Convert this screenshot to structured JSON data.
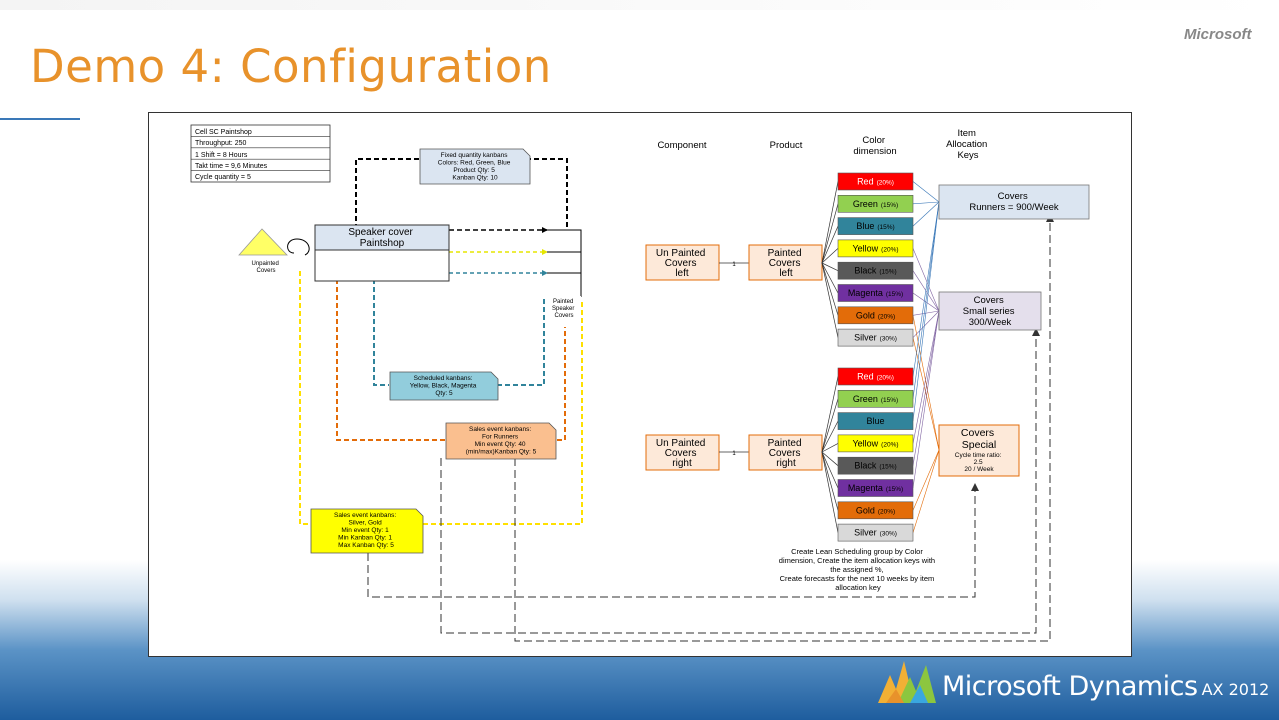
{
  "slide": {
    "title": "Demo 4: Configuration",
    "corner_logo": "Microsoft",
    "footer_brand": "Microsoft Dynamics",
    "footer_version": "AX 2012",
    "colors": {
      "title": "#e8922b",
      "accent": "#3a78b8"
    }
  },
  "diagram": {
    "cell_table": [
      "Cell SC Paintshop",
      "Throughput: 250",
      "1 Shift = 8 Hours",
      "Takt time = 9,6 Minutes",
      "Cycle quantity = 5"
    ],
    "unpainted_label": [
      "Unpainted",
      "Covers"
    ],
    "paintshop_label": [
      "Speaker cover",
      "Paintshop"
    ],
    "painted_label": [
      "Painted",
      "Speaker",
      "Covers"
    ],
    "fixed_kanban": [
      "Fixed quantity kanbans",
      "Colors: Red, Green, Blue",
      "Product Qty: 5",
      "Kanban Qty: 10"
    ],
    "scheduled_kanban": [
      "Scheduled kanbans:",
      "Yellow, Black, Magenta",
      "Qty: 5"
    ],
    "sales_runners": [
      "Sales event kanbans:",
      "For Runners",
      "Min event Qty: 40",
      "(min/max)Kanban Qty: 5"
    ],
    "sales_silver": [
      "Sales event kanbans:",
      "Silver, Gold",
      "Min event Qty: 1",
      "Min Kanban Qty: 1",
      "Max Kanban Qty: 5"
    ],
    "headers": {
      "component": "Component",
      "product": "Product",
      "color_dimension": [
        "Color",
        "dimension"
      ],
      "allocation": [
        "Item",
        "Allocation",
        "Keys"
      ]
    },
    "components": [
      {
        "component": [
          "Un Painted",
          "Covers",
          "left"
        ],
        "product": [
          "Painted",
          "Covers",
          "left"
        ],
        "ratio": "1"
      },
      {
        "component": [
          "Un Painted",
          "Covers",
          "right"
        ],
        "product": [
          "Painted",
          "Covers",
          "right"
        ],
        "ratio": "1"
      }
    ],
    "colors_left": [
      {
        "name": "Red",
        "pct": "(20%)",
        "fill": "#ff0000",
        "text": "#ffffff"
      },
      {
        "name": "Green",
        "pct": "(15%)",
        "fill": "#92d050",
        "text": "#000000"
      },
      {
        "name": "Blue",
        "pct": "(15%)",
        "fill": "#31849b",
        "text": "#000000"
      },
      {
        "name": "Yellow",
        "pct": "(20%)",
        "fill": "#ffff00",
        "text": "#000000"
      },
      {
        "name": "Black",
        "pct": "(15%)",
        "fill": "#595959",
        "text": "#000000"
      },
      {
        "name": "Magenta",
        "pct": "(15%)",
        "fill": "#7030a0",
        "text": "#000000"
      },
      {
        "name": "Gold",
        "pct": "(20%)",
        "fill": "#e36c09",
        "text": "#000000"
      },
      {
        "name": "Silver",
        "pct": "(30%)",
        "fill": "#d9d9d9",
        "text": "#000000"
      }
    ],
    "colors_right": [
      {
        "name": "Red",
        "pct": "(20%)",
        "fill": "#ff0000",
        "text": "#ffffff"
      },
      {
        "name": "Green",
        "pct": "(15%)",
        "fill": "#92d050",
        "text": "#000000"
      },
      {
        "name": "Blue",
        "pct": "",
        "fill": "#31849b",
        "text": "#000000"
      },
      {
        "name": "Yellow",
        "pct": "(20%)",
        "fill": "#ffff00",
        "text": "#000000"
      },
      {
        "name": "Black",
        "pct": "(15%)",
        "fill": "#595959",
        "text": "#000000"
      },
      {
        "name": "Magenta",
        "pct": "(15%)",
        "fill": "#7030a0",
        "text": "#000000"
      },
      {
        "name": "Gold",
        "pct": "(20%)",
        "fill": "#e36c09",
        "text": "#000000"
      },
      {
        "name": "Silver",
        "pct": "(30%)",
        "fill": "#d9d9d9",
        "text": "#000000"
      }
    ],
    "allocation_keys": {
      "runners": [
        "Covers",
        "Runners = 900/Week"
      ],
      "small_series": [
        "Covers",
        "Small series",
        "300/Week"
      ],
      "special": [
        "Covers",
        "Special"
      ],
      "special_detail": [
        "Cycle time ratio:",
        "2.5",
        "20 / Week"
      ]
    },
    "note": [
      "Create Lean Scheduling group by Color",
      "dimension, Create the item allocation keys with",
      "the assigned %,",
      "Create forecasts for the next 10 weeks by item",
      "allocation key"
    ]
  }
}
